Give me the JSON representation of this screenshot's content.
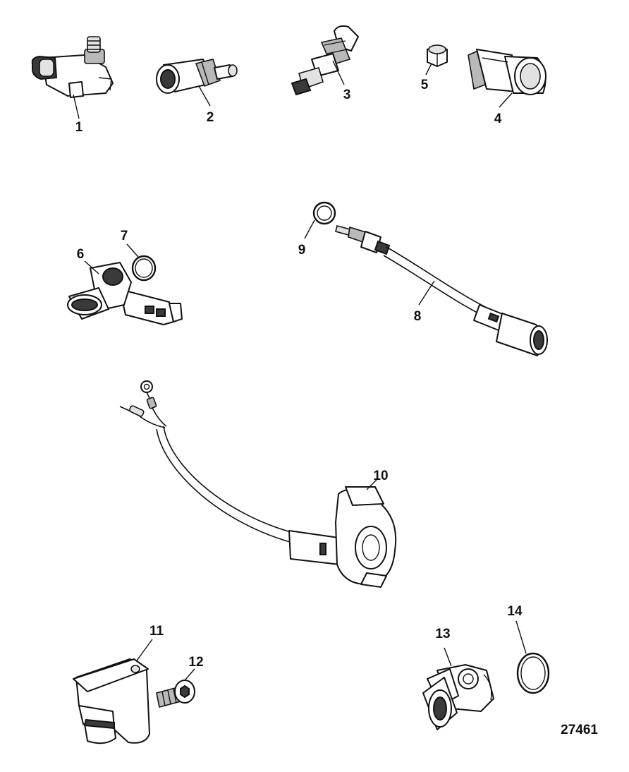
{
  "figure_id": "27461",
  "callouts": [
    {
      "id": "c1",
      "label": "1"
    },
    {
      "id": "c2",
      "label": "2"
    },
    {
      "id": "c3",
      "label": "3"
    },
    {
      "id": "c4",
      "label": "4"
    },
    {
      "id": "c5",
      "label": "5"
    },
    {
      "id": "c6",
      "label": "6"
    },
    {
      "id": "c7",
      "label": "7"
    },
    {
      "id": "c8",
      "label": "8"
    },
    {
      "id": "c9",
      "label": "9"
    },
    {
      "id": "c10",
      "label": "10"
    },
    {
      "id": "c11",
      "label": "11"
    },
    {
      "id": "c12",
      "label": "12"
    },
    {
      "id": "c13",
      "label": "13"
    },
    {
      "id": "c14",
      "label": "14"
    }
  ]
}
